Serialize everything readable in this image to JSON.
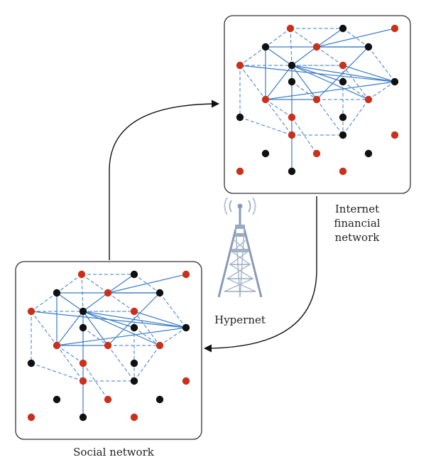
{
  "labels": {
    "social": "Social network",
    "hypernet": "Hypernet",
    "internet": [
      "Internet",
      "financial",
      "network"
    ]
  },
  "colors": {
    "node_red": "#c8321c",
    "node_black": "#111111",
    "edge": "#3a7cc8",
    "box": "#333333",
    "arrow": "#111111",
    "tower": "#8a9bb8"
  },
  "icons": {
    "hypernet": "radio-tower-icon"
  }
}
